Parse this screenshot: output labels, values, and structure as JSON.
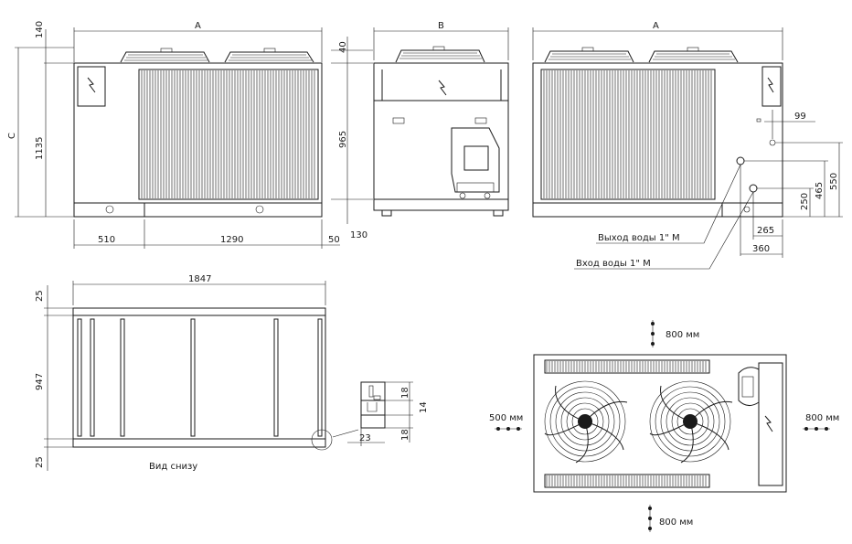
{
  "views": {
    "front": {
      "dim_width": "A",
      "dim_height": "C",
      "top_gap": "140",
      "total_height": "1135",
      "left_seg": "510",
      "right_seg": "1290",
      "right_edge": "50"
    },
    "side": {
      "dim_width": "B",
      "top_gap": "40",
      "body_height": "965",
      "base_offset": "130"
    },
    "back": {
      "dim_width": "A",
      "d99": "99",
      "d550": "550",
      "d465": "465",
      "d250": "250",
      "d265": "265",
      "d360": "360",
      "water_out": "Выход воды 1\" M",
      "water_in": "Вход воды 1\" M"
    },
    "bottom": {
      "length": "1847",
      "depth": "947",
      "edge_top": "25",
      "edge_bottom": "25",
      "caption": "Вид снизу"
    },
    "detail": {
      "d18_top": "18",
      "d14": "14",
      "d18_bot": "18",
      "d23": "23"
    },
    "top": {
      "clear_top": "800 мм",
      "clear_bottom": "800 мм",
      "clear_right": "800 мм",
      "clear_left": "500 мм"
    }
  }
}
